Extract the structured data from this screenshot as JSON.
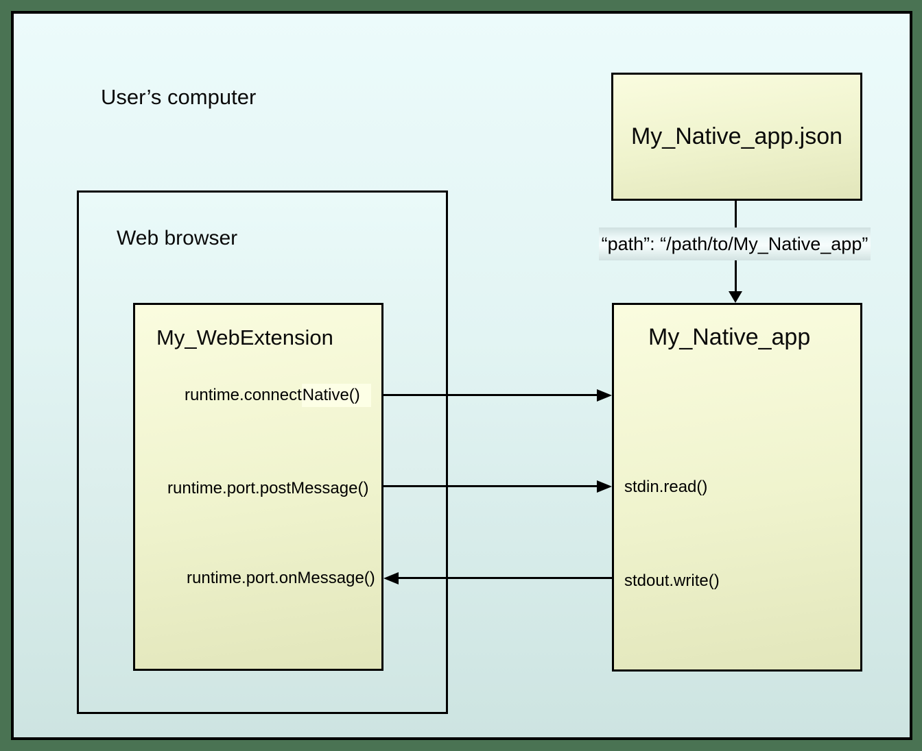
{
  "labels": {
    "users_computer": "User’s computer",
    "web_browser": "Web browser"
  },
  "boxes": {
    "manifest": {
      "title": "My_Native_app.json"
    },
    "webext": {
      "title": "My_WebExtension",
      "calls": {
        "connect_prefix": "runtime.connect",
        "connect_highlight": "Native()",
        "post_message": "runtime.port.postMessage()",
        "on_message": "runtime.port.onMessage()"
      }
    },
    "native_app": {
      "title": "My_Native_app",
      "calls": {
        "stdin": "stdin.read()",
        "stdout": "stdout.write()"
      }
    }
  },
  "path_annotation": "“path”: “/path/to/My_Native_app”",
  "arrows": [
    {
      "name": "manifest-to-native-app",
      "direction": "down"
    },
    {
      "name": "connect-native-to-app",
      "direction": "right"
    },
    {
      "name": "post-message-to-stdin",
      "direction": "right"
    },
    {
      "name": "stdout-to-on-message",
      "direction": "left"
    }
  ],
  "colors": {
    "frame_green": "#4a7353",
    "canvas_top": "#ecfbfb",
    "canvas_bottom": "#cde4e1",
    "box_yellow_top": "#fafcdf",
    "box_yellow_bottom": "#e2e6bb",
    "highlight": "#fdffe6",
    "line": "#000000"
  }
}
